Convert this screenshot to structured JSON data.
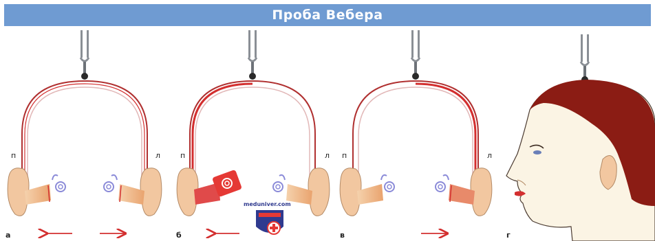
{
  "header": {
    "title": "Проба Вебера"
  },
  "panels": [
    {
      "id": "a",
      "label": "а",
      "right_side_label": "п",
      "left_side_label": "л"
    },
    {
      "id": "b",
      "label": "б",
      "right_side_label": "п",
      "left_side_label": "л"
    },
    {
      "id": "v",
      "label": "в",
      "right_side_label": "п",
      "left_side_label": "л"
    },
    {
      "id": "g",
      "label": "г"
    }
  ],
  "watermark": {
    "text": "meduniver.com"
  },
  "colors": {
    "title_bg": "#6f9bd2",
    "conduction": "#d32f2f",
    "head_outline": "#b03030",
    "ear": "#f2c7a0",
    "cochlea": "#8a8ad8",
    "hair": "#8b1c14",
    "skin": "#fbf4e4"
  },
  "icons": [
    "tuning-fork-icon",
    "sound-arrow-icon",
    "cochlea-icon",
    "ear-icon",
    "shield-logo-icon"
  ]
}
